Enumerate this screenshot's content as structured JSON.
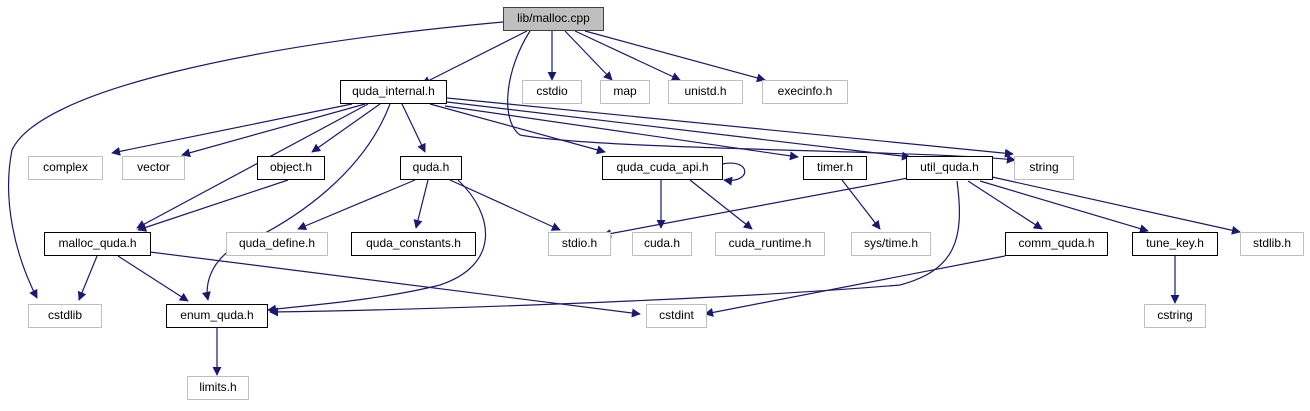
{
  "colors": {
    "edge": "#191970",
    "doc_border": "#000000",
    "ext_border": "#bfbfbf",
    "root_fill": "#bfbfbf"
  },
  "nodes": {
    "root": "lib/malloc.cpp",
    "quda_internal": "quda_internal.h",
    "cstdio": "cstdio",
    "map": "map",
    "unistd": "unistd.h",
    "execinfo": "execinfo.h",
    "complex": "complex",
    "vector": "vector",
    "object": "object.h",
    "quda": "quda.h",
    "quda_cuda_api": "quda_cuda_api.h",
    "timer": "timer.h",
    "util_quda": "util_quda.h",
    "string": "string",
    "malloc_quda": "malloc_quda.h",
    "quda_define": "quda_define.h",
    "quda_constants": "quda_constants.h",
    "stdio": "stdio.h",
    "cuda": "cuda.h",
    "cuda_runtime": "cuda_runtime.h",
    "sys_time": "sys/time.h",
    "comm_quda": "comm_quda.h",
    "tune_key": "tune_key.h",
    "stdlib": "stdlib.h",
    "cstdlib": "cstdlib",
    "enum_quda": "enum_quda.h",
    "cstdint": "cstdint",
    "cstring": "cstring",
    "limits": "limits.h"
  }
}
